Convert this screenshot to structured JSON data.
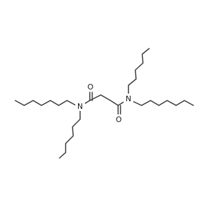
{
  "molecule": {
    "atoms": {
      "oxygen_left": "O",
      "oxygen_right": "O",
      "nitrogen_left": "N",
      "nitrogen_right": "N"
    },
    "colors": {
      "bond": "#3a3a3a",
      "label": "#1a1a1a",
      "background": "#ffffff"
    }
  }
}
